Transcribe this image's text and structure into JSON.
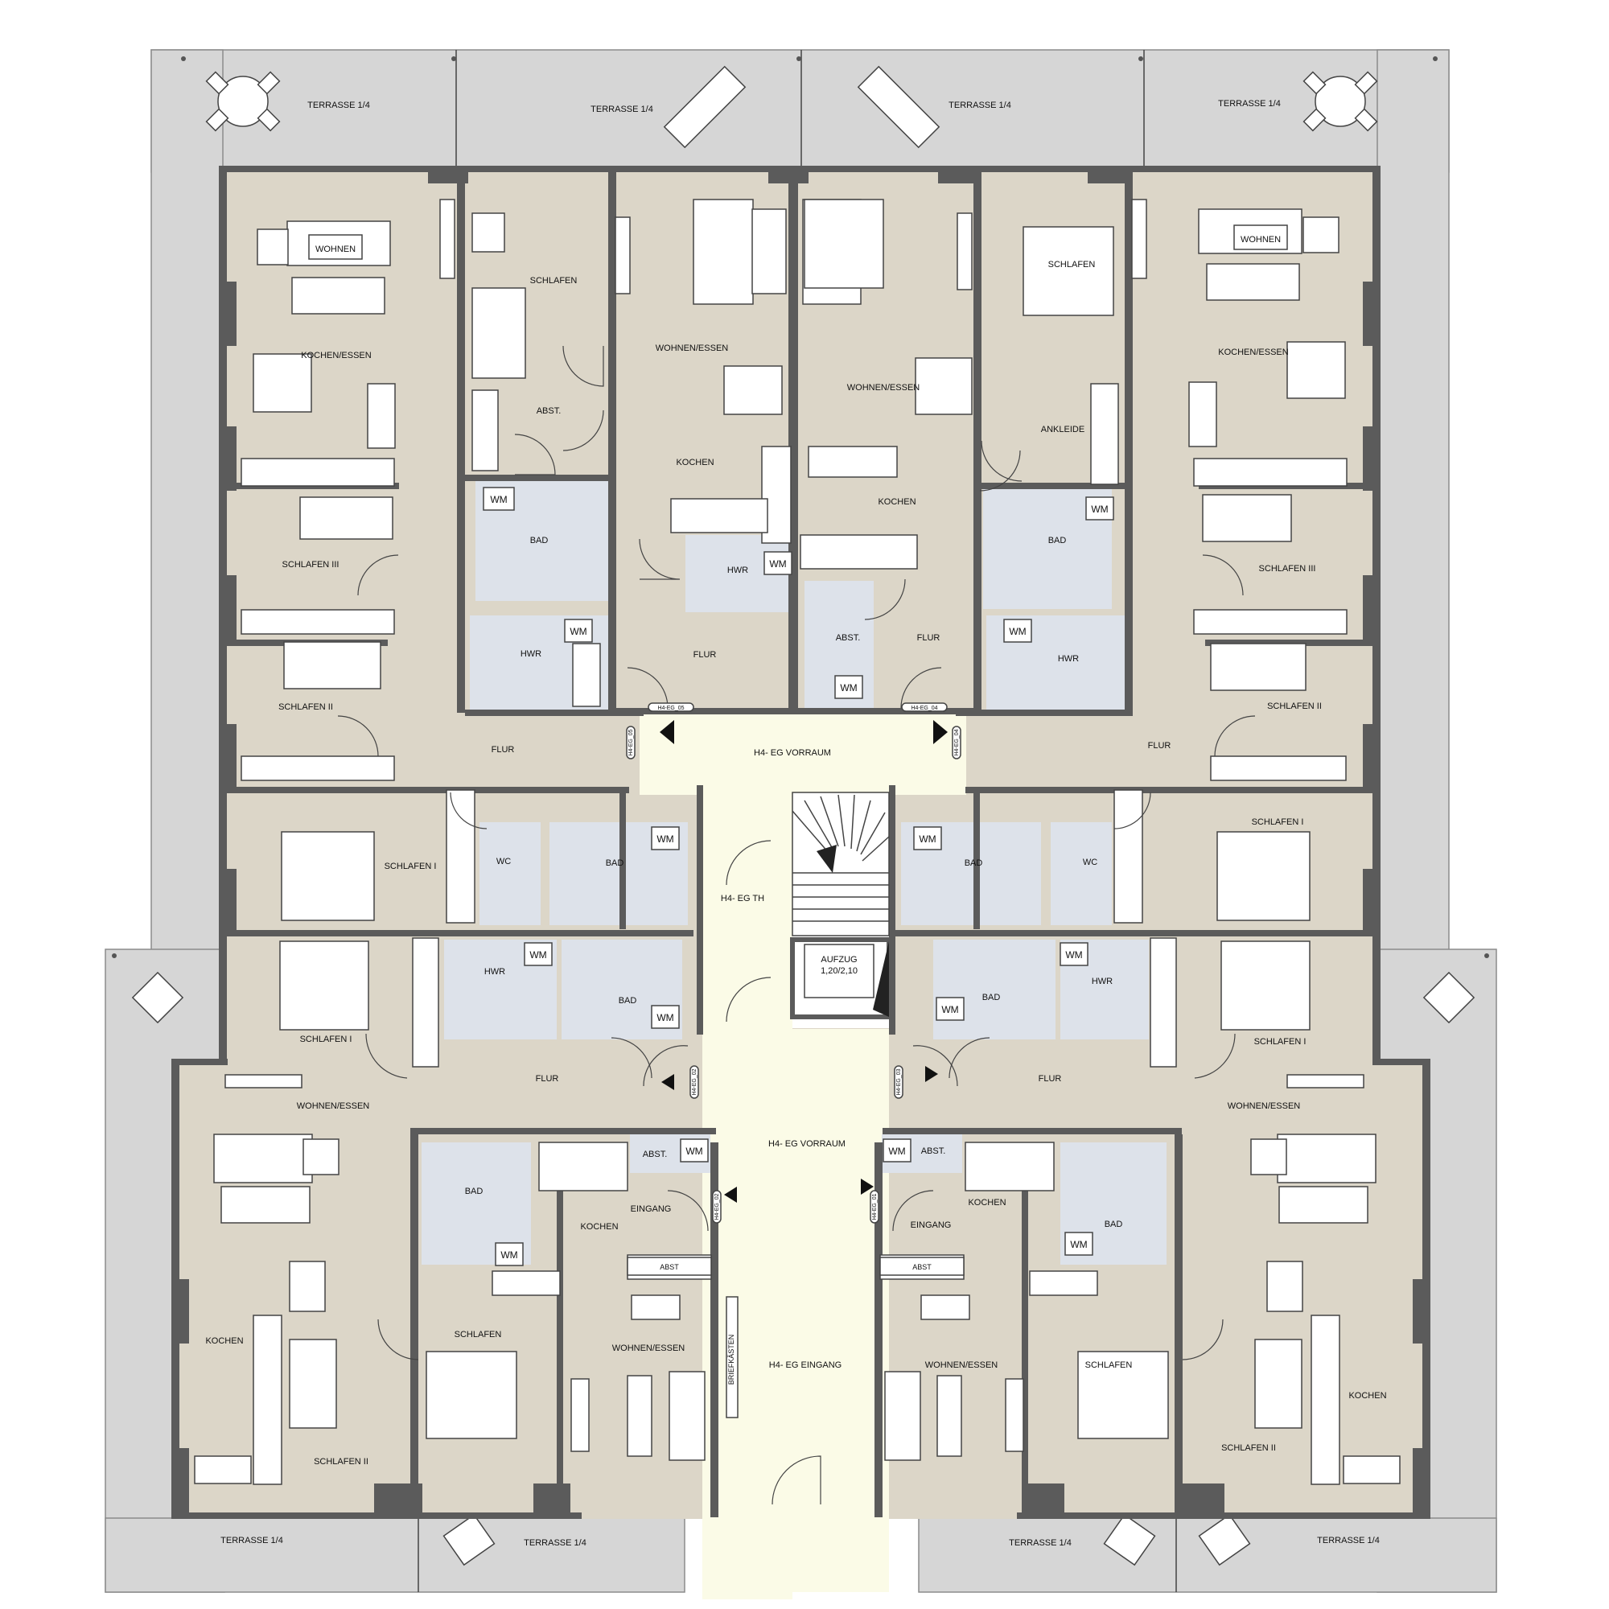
{
  "colors": {
    "terrace": "#d6d6d6",
    "floor": "#dcd6c8",
    "wet": "#dde2ea",
    "core": "#fbfbe7",
    "wall": "#5b5b5b",
    "furniture": "#ffffff",
    "line": "#444444"
  },
  "terraces": {
    "t1": "TERRASSE 1/4",
    "t2": "TERRASSE 1/4",
    "t3": "TERRASSE 1/4",
    "t4": "TERRASSE 1/4",
    "t5": "TERRASSE 1/4",
    "t6": "TERRASSE 1/4",
    "t7": "TERRASSE 1/4",
    "t8": "TERRASSE 1/4"
  },
  "rooms": {
    "wohnen_l": "WOHNEN",
    "kochen_essen_l": "KOCHEN/ESSEN",
    "schlafen3_l": "SCHLAFEN III",
    "schlafen2_l": "SCHLAFEN II",
    "flur_l": "FLUR",
    "schlafen1_l": "SCHLAFEN I",
    "wc_l": "WC",
    "bad_l": "BAD",
    "schlafen_a": "SCHLAFEN",
    "abst_a": "ABST.",
    "bad_a": "BAD",
    "hwr_a": "HWR",
    "wm_a1": "WM",
    "wm_a2": "WM",
    "wohnen_essen_b": "WOHNEN/ESSEN",
    "kochen_b": "KOCHEN",
    "hwr_b": "HWR",
    "wm_b": "WM",
    "flur_b": "FLUR",
    "wohnen_essen_c": "WOHNEN/ESSEN",
    "kochen_c": "KOCHEN",
    "abst_c": "ABST.",
    "wm_c": "WM",
    "flur_c": "FLUR",
    "schlafen_d": "SCHLAFEN",
    "ankleide_d": "ANKLEIDE",
    "bad_d": "BAD",
    "wm_d1": "WM",
    "hwr_d": "HWR",
    "wm_d2": "WM",
    "wohnen_r": "WOHNEN",
    "kochen_essen_r": "KOCHEN/ESSEN",
    "schlafen3_r": "SCHLAFEN III",
    "schlafen2_r": "SCHLAFEN II",
    "flur_r": "FLUR",
    "schlafen1_r": "SCHLAFEN I",
    "wc_r": "WC",
    "bad_r": "BAD",
    "wm_r1": "WM",
    "bad_l2": "BAD",
    "wm_l1": "WM",
    "hwr_l2": "HWR",
    "wm_l2": "WM",
    "bad_l3": "BAD",
    "wm_l3": "WM",
    "schlafen1_l2": "SCHLAFEN I",
    "hwr_r2": "HWR",
    "wm_r2": "WM",
    "bad_r3": "BAD",
    "wm_r3": "WM",
    "schlafen1_r2": "SCHLAFEN I",
    "flur_ll": "FLUR",
    "flur_lr": "FLUR",
    "wohnen_essen_ll": "WOHNEN/ESSEN",
    "kochen_ll": "KOCHEN",
    "schlafen2_ll": "SCHLAFEN II",
    "bad_lm": "BAD",
    "wm_lm": "WM",
    "kochen_lm": "KOCHEN",
    "eingang_lm": "EINGANG",
    "abst_lm": "ABST.",
    "abst2_lm": "ABST",
    "wm_lm2": "WM",
    "schlafen_lm": "SCHLAFEN",
    "wohnen_essen_lm": "WOHNEN/ESSEN",
    "abst_rm": "ABST.",
    "wm_rm2": "WM",
    "kochen_rm": "KOCHEN",
    "eingang_rm": "EINGANG",
    "abst2_rm": "ABST",
    "bad_rm": "BAD",
    "wm_rm": "WM",
    "wohnen_essen_rm": "WOHNEN/ESSEN",
    "schlafen_rm": "SCHLAFEN",
    "wohnen_essen_rr": "WOHNEN/ESSEN",
    "kochen_rr": "KOCHEN",
    "schlafen2_rr": "SCHLAFEN II"
  },
  "core": {
    "vorraum_top": "H4- EG VORRAUM",
    "th": "H4- EG TH",
    "aufzug": "AUFZUG",
    "aufzug_dim": "1,20/2,10",
    "vorraum_bottom": "H4- EG VORRAUM",
    "eingang": "H4- EG EINGANG",
    "briefkasten": "BRIEFKÄSTEN"
  },
  "door_tags": {
    "d05a": "H4-EG_05",
    "d05b": "H4-EG_05",
    "d04a": "H4-EG_04",
    "d04b": "H4-EG_04",
    "d02": "H4-EG_02",
    "d03": "H4-EG_03",
    "d02b": "H4-EG_02",
    "d01": "H4-EG_01"
  }
}
